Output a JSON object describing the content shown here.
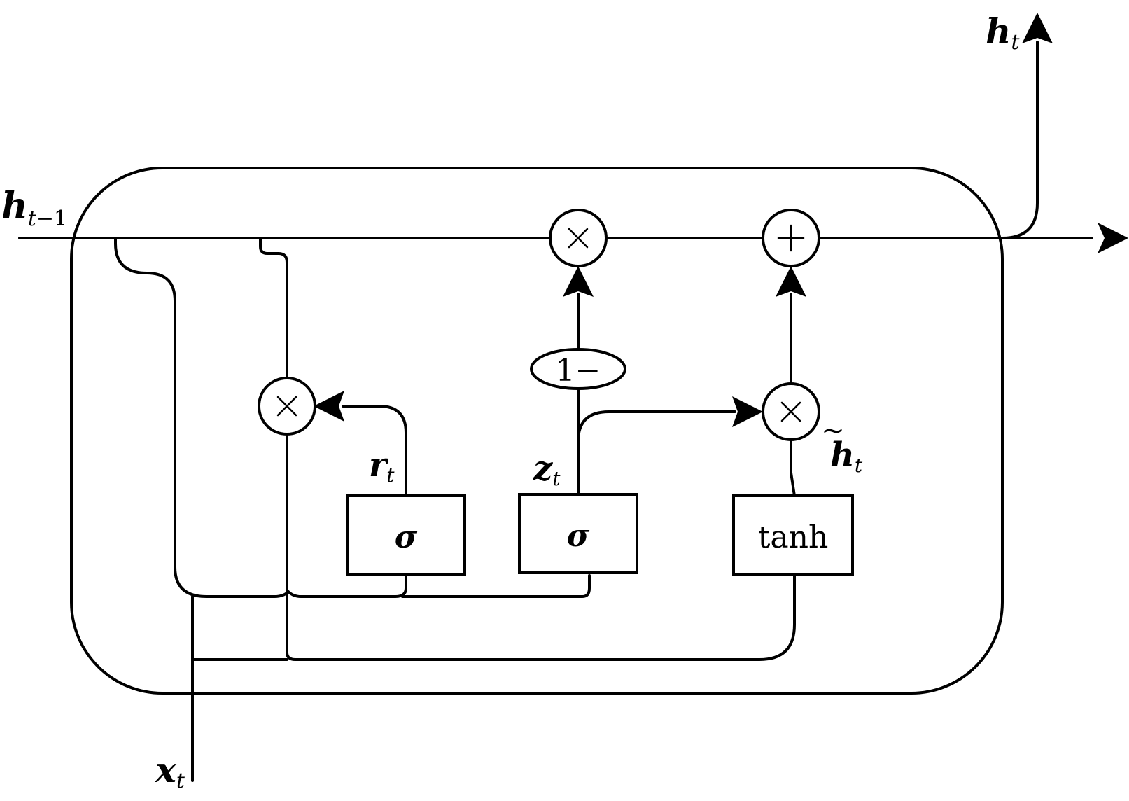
{
  "labels": {
    "h_prev": {
      "main": "h",
      "sub_t": "t",
      "sub_rest": "−1"
    },
    "h_out": {
      "main": "h",
      "sub": "t"
    },
    "x_in": {
      "main": "x",
      "sub": "t"
    },
    "r_gate": {
      "main": "r",
      "sub": "t"
    },
    "z_gate": {
      "main": "z",
      "sub": "t"
    },
    "h_cand": {
      "tilde": "~",
      "main": "h",
      "sub": "t"
    }
  },
  "blocks": {
    "sigma_r": "σ",
    "sigma_z": "σ",
    "tanh": "tanh"
  },
  "ops": {
    "one_minus": "1−"
  }
}
